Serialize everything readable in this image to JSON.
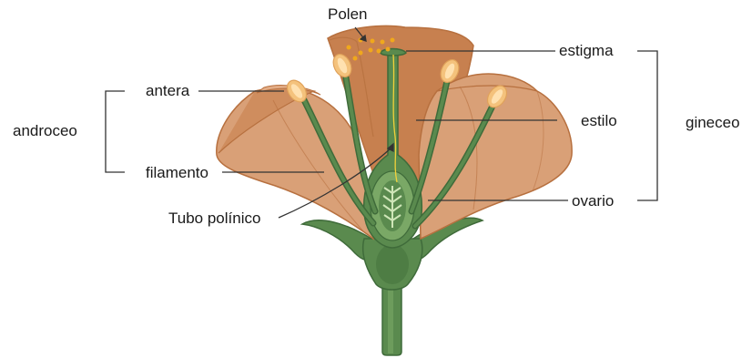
{
  "labels": {
    "polen": "Polen",
    "estigma": "estigma",
    "antera": "antera",
    "androceo": "androceo",
    "estilo": "estilo",
    "gineceo": "gineceo",
    "filamento": "filamento",
    "ovario": "ovario",
    "tubo_polinico": "Tubo polínico"
  },
  "colors": {
    "petal_back": "#c7804f",
    "petal_mid": "#cf8d5e",
    "petal_front": "#d9a077",
    "petal_edge": "#b7703f",
    "stem_dark": "#3f6b3a",
    "stem": "#5a8a4e",
    "stem_light": "#7aa866",
    "anther": "#f4c27c",
    "anther_light": "#ffe1b0",
    "pollen": "#f0a81c",
    "pollen_tube": "#f2d23a",
    "line": "#333333"
  }
}
